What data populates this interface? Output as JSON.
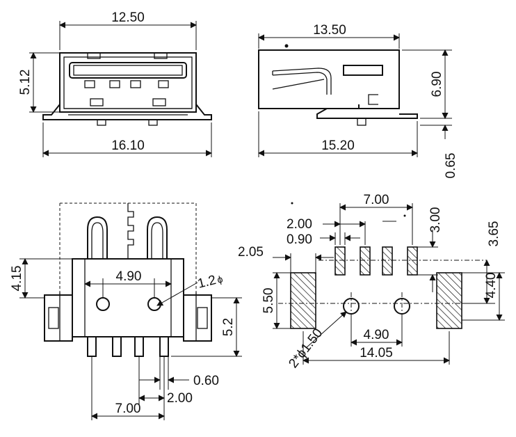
{
  "colors": {
    "ink": "#111111",
    "background": "#ffffff"
  },
  "views": {
    "front": {
      "width_top": "12.50",
      "width_bottom": "16.10",
      "height": "5.12"
    },
    "side": {
      "length_top": "13.50",
      "length_bottom": "15.20",
      "height": "6.90",
      "offset": "0.65"
    },
    "bottom": {
      "height": "4.15",
      "pin_hole_spacing": "4.90",
      "hole_dia": "1.2",
      "phi": "ϕ",
      "pin_height": "5.2",
      "pin_width": "0.60",
      "pin_pitch": "2.00",
      "pin_span": "7.00"
    },
    "footprint": {
      "pad_span": "7.00",
      "pad_pitch": "2.00",
      "pad_width": "0.90",
      "pad_length": "3.00",
      "pad_offset": "2.05",
      "row_offset": "3.65",
      "mount_pad_height": "5.50",
      "mount_pad_offset": "4.40",
      "hole_label": "2*ϕ1.50",
      "hole_spacing": "4.90",
      "overall_width": "14.05"
    }
  }
}
